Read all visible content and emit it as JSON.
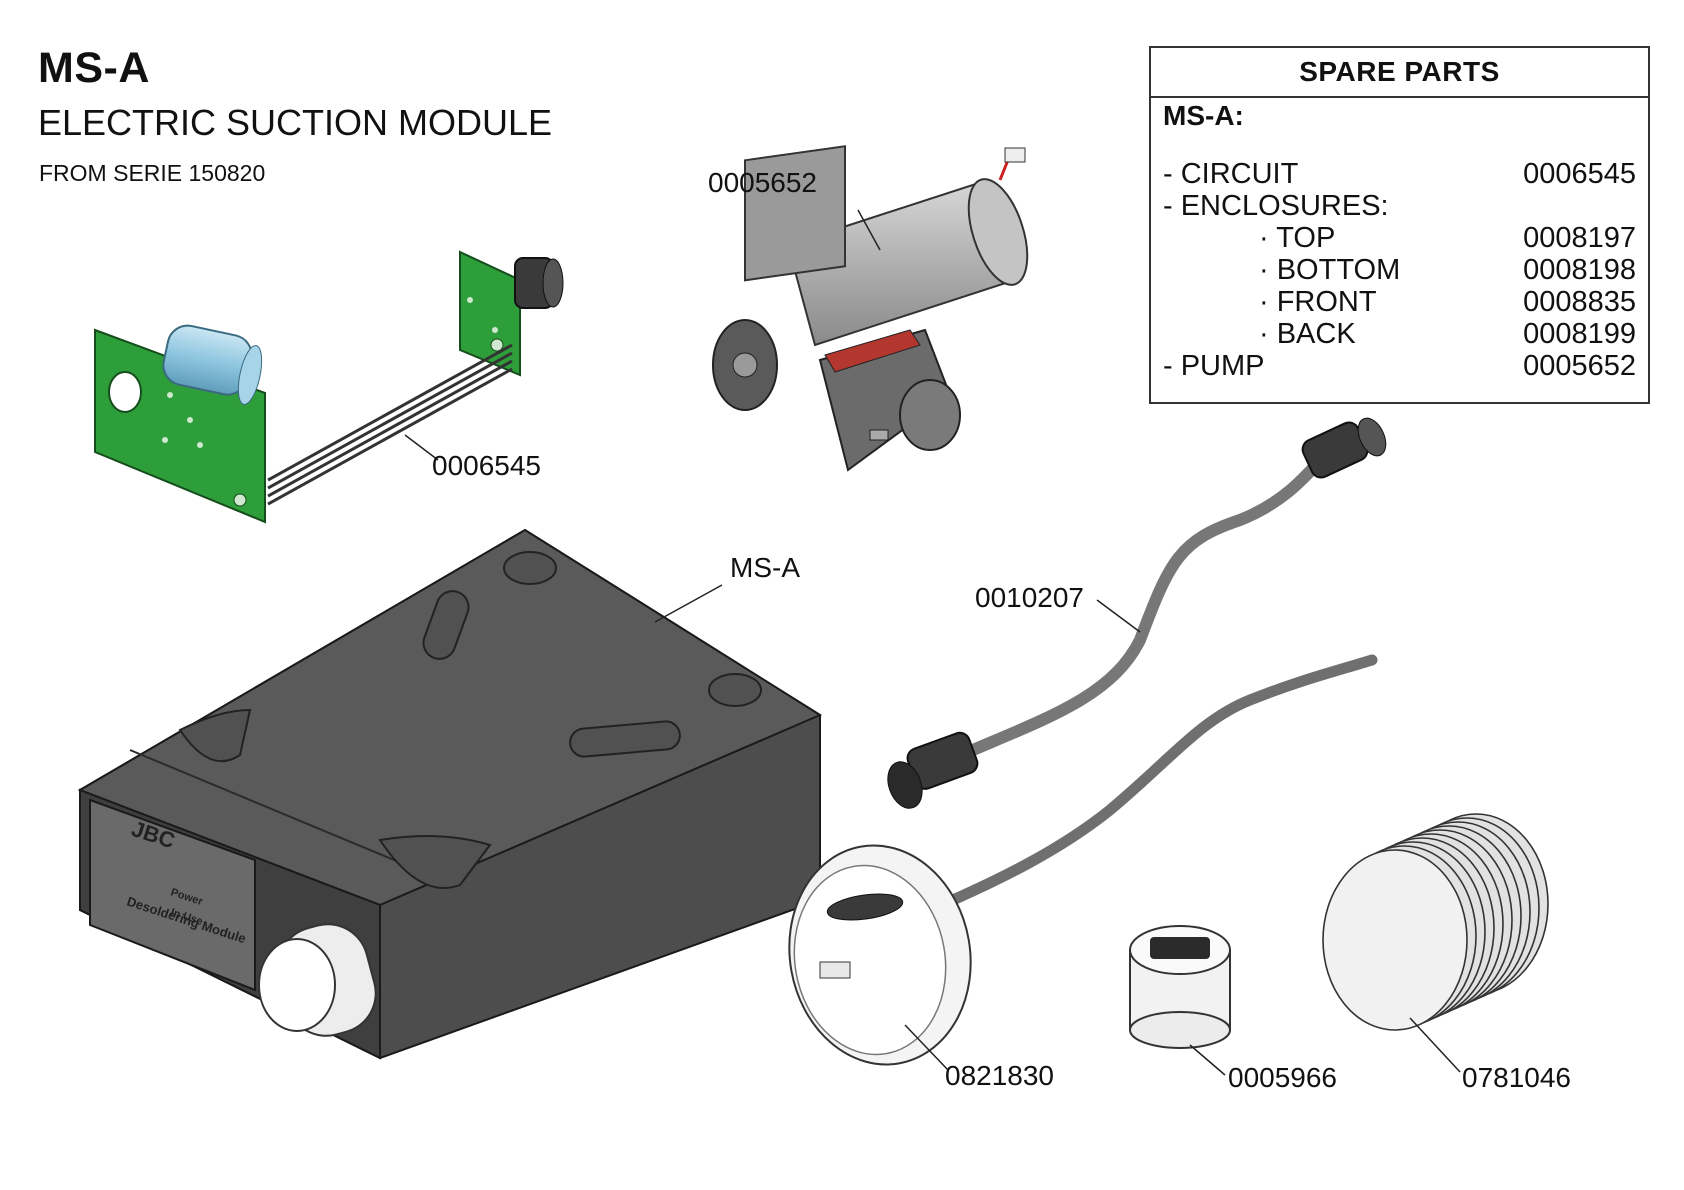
{
  "header": {
    "title": "MS-A",
    "subtitle": "ELECTRIC SUCTION MODULE",
    "serie": "FROM SERIE 150820"
  },
  "spare_parts": {
    "heading": "SPARE PARTS",
    "model": "MS-A:",
    "items": [
      {
        "label": "- CIRCUIT",
        "code": "0006545",
        "sub": false
      },
      {
        "label": "- ENCLOSURES:",
        "code": "",
        "sub": false
      },
      {
        "label": "· TOP",
        "code": "0008197",
        "sub": true
      },
      {
        "label": "· BOTTOM",
        "code": "0008198",
        "sub": true
      },
      {
        "label": "· FRONT",
        "code": "0008835",
        "sub": true
      },
      {
        "label": "· BACK",
        "code": "0008199",
        "sub": true
      },
      {
        "label": "- PUMP",
        "code": "0005652",
        "sub": false
      }
    ]
  },
  "callouts": {
    "pump": "0005652",
    "circuit": "0006545",
    "module": "MS-A",
    "cable": "0010207",
    "filter_holder": "0821830",
    "filter_cup": "0005966",
    "filters": "0781046"
  },
  "device_front": {
    "brand": "JBC",
    "power": "Power",
    "in_use": "In Use",
    "name": "Desoldering Module"
  },
  "colors": {
    "enclosure": "#5a5a5a",
    "pcb": "#2e9e3a",
    "capacitor": "#8fc6e0",
    "cable": "#777777",
    "motor": "#b5b5b5"
  }
}
